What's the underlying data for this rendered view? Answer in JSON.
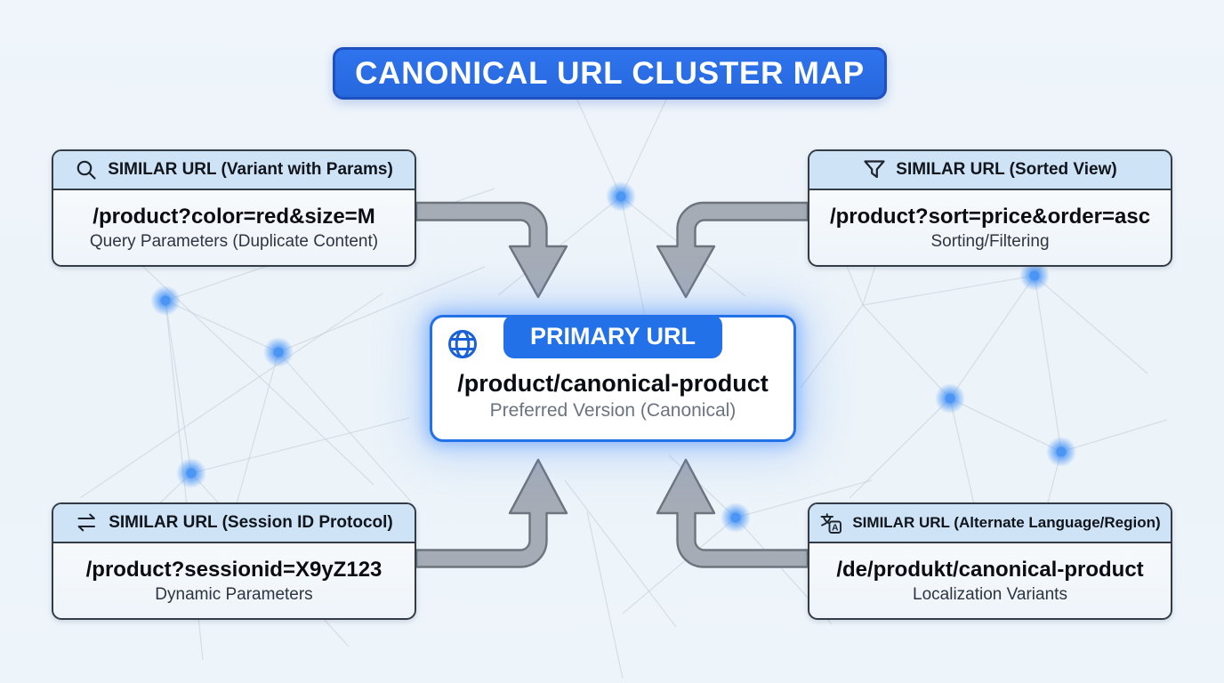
{
  "title": "CANONICAL URL CLUSTER MAP",
  "primary": {
    "badge": "PRIMARY URL",
    "url": "/product/canonical-product",
    "caption": "Preferred Version (Canonical)",
    "icon": "globe-icon"
  },
  "cards": [
    {
      "position": "top-left",
      "icon": "search-icon",
      "header": "SIMILAR URL (Variant with Params)",
      "url": "/product?color=red&size=M",
      "caption": "Query Parameters (Duplicate Content)"
    },
    {
      "position": "top-right",
      "icon": "filter-icon",
      "header": "SIMILAR URL (Sorted View)",
      "url": "/product?sort=price&order=asc",
      "caption": "Sorting/Filtering"
    },
    {
      "position": "bottom-left",
      "icon": "swap-arrows-icon",
      "header": "SIMILAR URL (Session ID Protocol)",
      "url": "/product?sessionid=X9yZ123",
      "caption": "Dynamic Parameters"
    },
    {
      "position": "bottom-right",
      "icon": "translate-icon",
      "header": "SIMILAR URL (Alternate Language/Region)",
      "url": "/de/produkt/canonical-product",
      "caption": "Localization Variants"
    }
  ],
  "icons": {
    "translate_letter": "A"
  },
  "colors": {
    "accent_blue": "#2271e8",
    "banner_blue": "#2b6fe8",
    "banner_border": "#1e50bf",
    "header_bg": "#cfe3f7",
    "card_border": "#333b46",
    "arrow_fill": "#a5acb6",
    "arrow_stroke": "#6d747e",
    "node_blue": "#4b96f5",
    "net_line": "#c4cdd9",
    "background": "#eef4f9"
  }
}
